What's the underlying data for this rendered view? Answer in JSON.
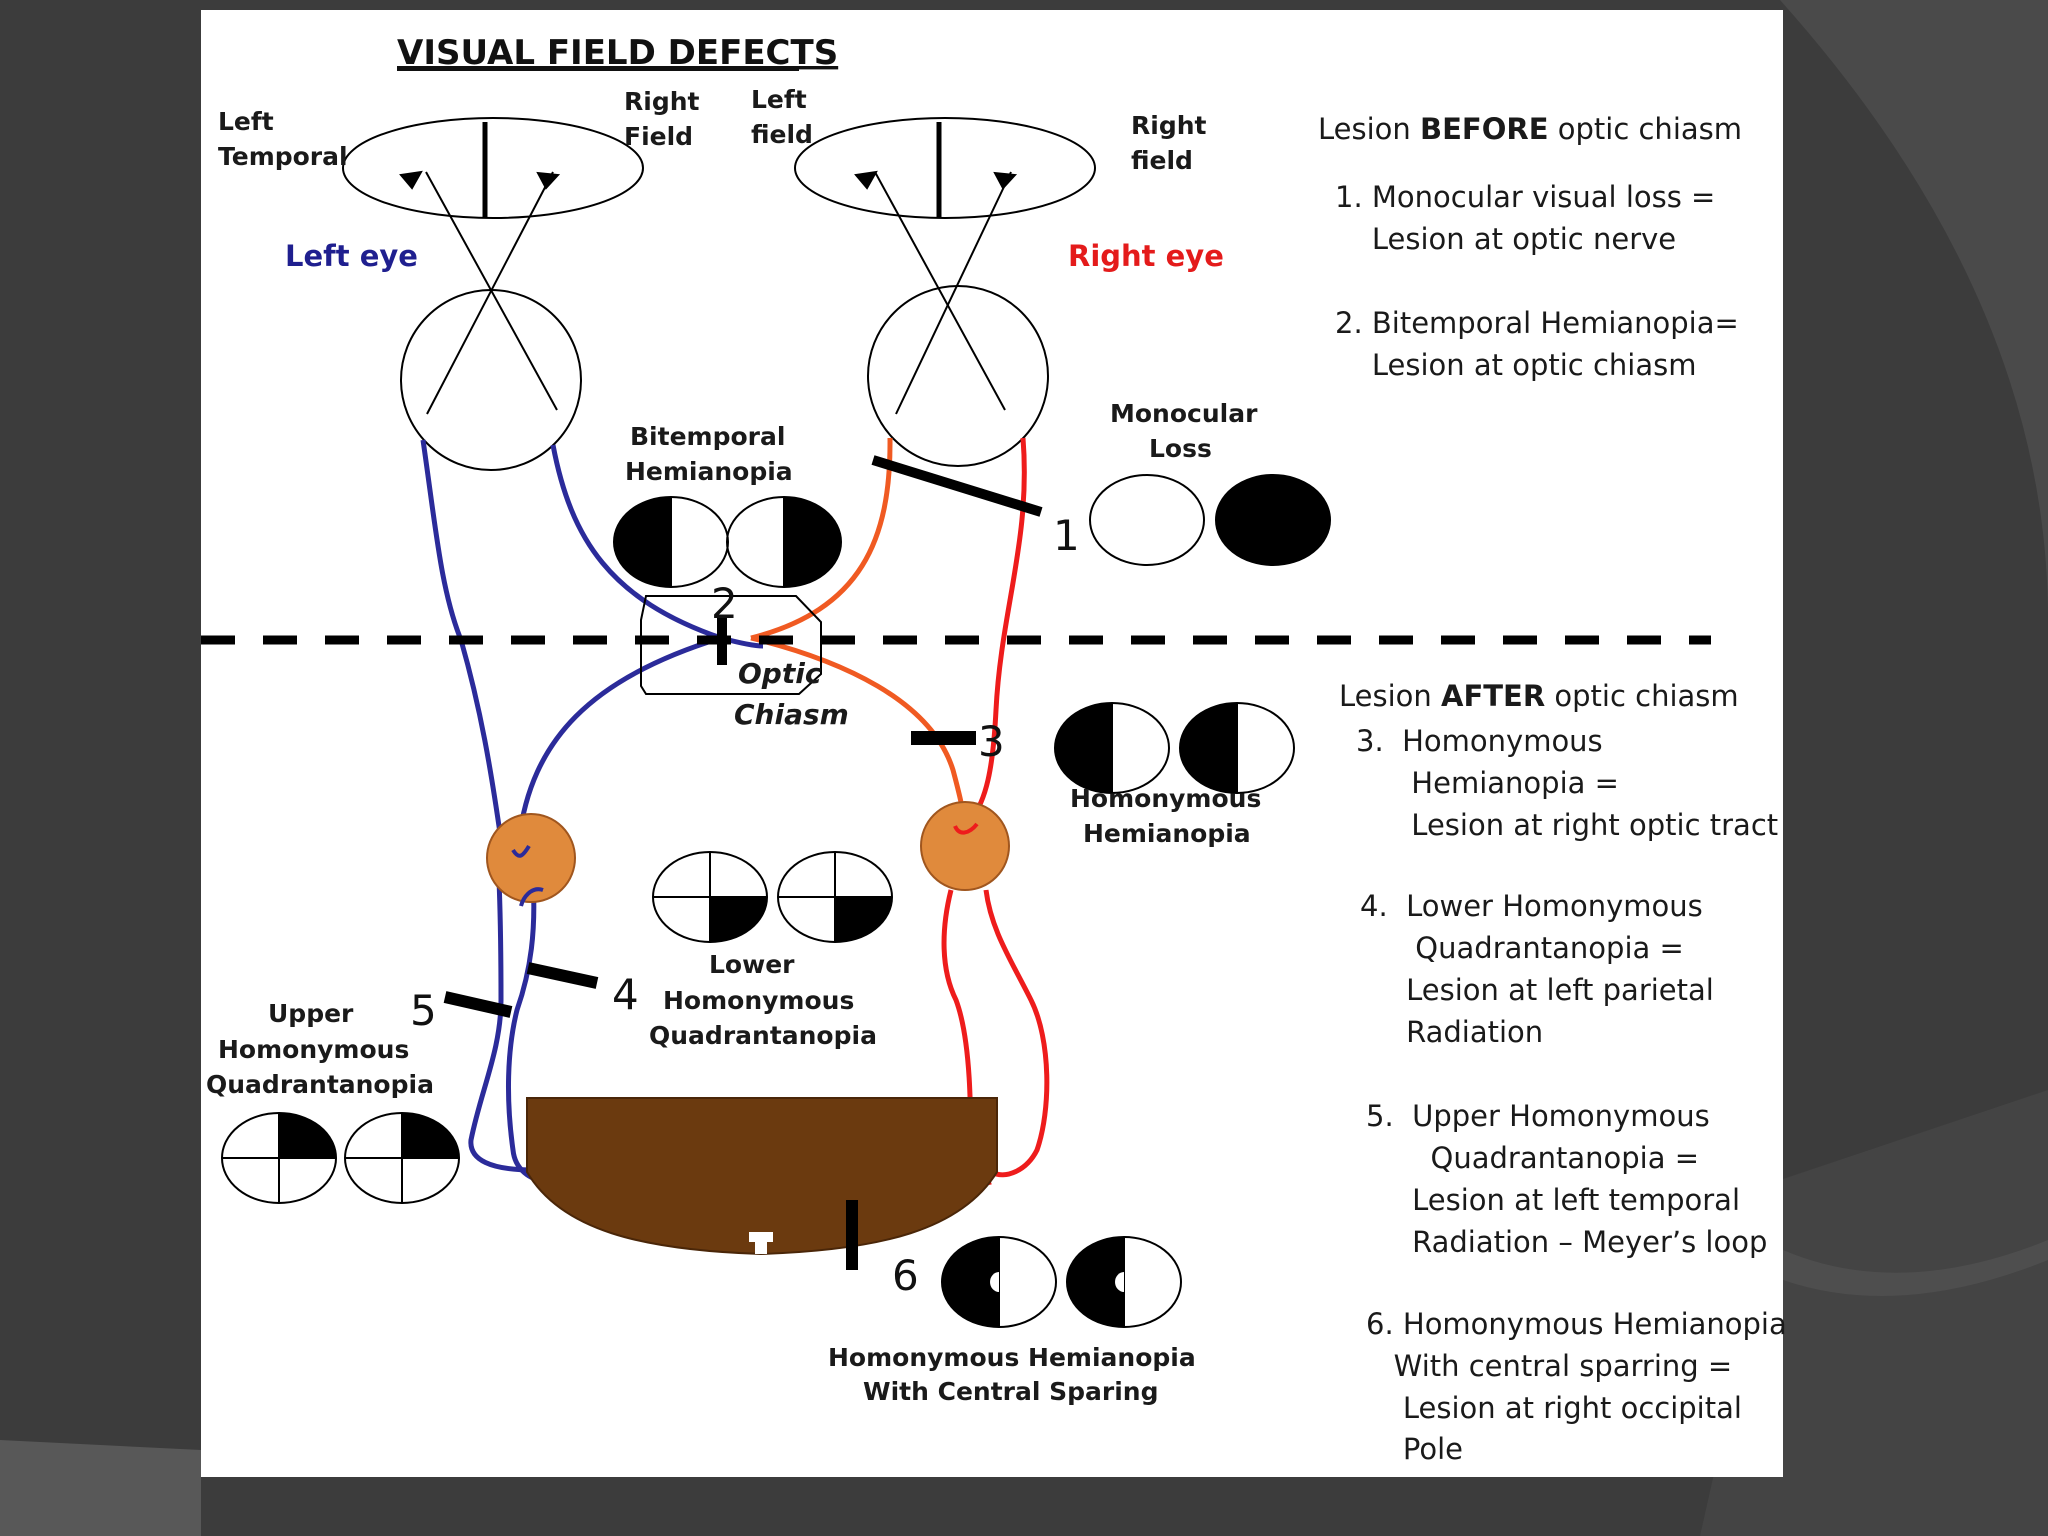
{
  "title": "VISUAL FIELD DEFECTS",
  "colors": {
    "left_pathway": "#2b2b9a",
    "right_pathway": "#ee1c1c",
    "right_pathway_orange": "#f05a22",
    "lgn": "#e08a3c",
    "cortex": "#6b3a0f",
    "left_eye_label": "#1f1f8f",
    "right_eye_label": "#e41b1b"
  },
  "labels": {
    "left_temporal_1": "Left",
    "left_temporal_2": "Temporal",
    "right_field_l1": "Right",
    "right_field_l2": "Field",
    "left_field_1": "Left",
    "left_field_2": "field",
    "right_field_r1": "Right",
    "right_field_r2": "field",
    "left_eye": "Left eye",
    "right_eye": "Right eye",
    "bitemporal_1": "Bitemporal",
    "bitemporal_2": "Hemianopia",
    "monocular_1": "Monocular",
    "monocular_2": "Loss",
    "optic_1": "Optic",
    "optic_2": "Chiasm",
    "homonymous_1": "Homonymous",
    "homonymous_2": "Hemianopia",
    "lower_1": "Lower",
    "lower_2": "Homonymous",
    "lower_3": "Quadrantanopia",
    "upper_1": "Upper",
    "upper_2": "Homonymous",
    "upper_3": "Quadrantanopia",
    "central_1": "Homonymous Hemianopia",
    "central_2": "With Central Sparing"
  },
  "lesion_numbers": [
    "1",
    "2",
    "3",
    "4",
    "5",
    "6"
  ],
  "notes": {
    "before_pre": "Lesion ",
    "before_bold": "BEFORE",
    "before_post": " optic chiasm",
    "n1": [
      "1. Monocular visual loss =",
      "    Lesion at optic nerve"
    ],
    "n2": [
      "2. Bitemporal Hemianopia=",
      "    Lesion at optic chiasm"
    ],
    "after_pre": "Lesion ",
    "after_bold": "AFTER",
    "after_post": " optic chiasm",
    "n3": [
      "3.  Homonymous",
      "      Hemianopia =",
      "      Lesion at right optic tract"
    ],
    "n4": [
      "4.  Lower Homonymous",
      "      Quadrantanopia =",
      "     Lesion at left parietal",
      "     Radiation"
    ],
    "n5": [
      "5.  Upper Homonymous",
      "       Quadrantanopia =",
      "     Lesion at left temporal",
      "     Radiation – Meyer’s loop"
    ],
    "n6": [
      "6. Homonymous Hemianopia",
      "   With central sparring =",
      "    Lesion at right occipital",
      "    Pole"
    ]
  }
}
